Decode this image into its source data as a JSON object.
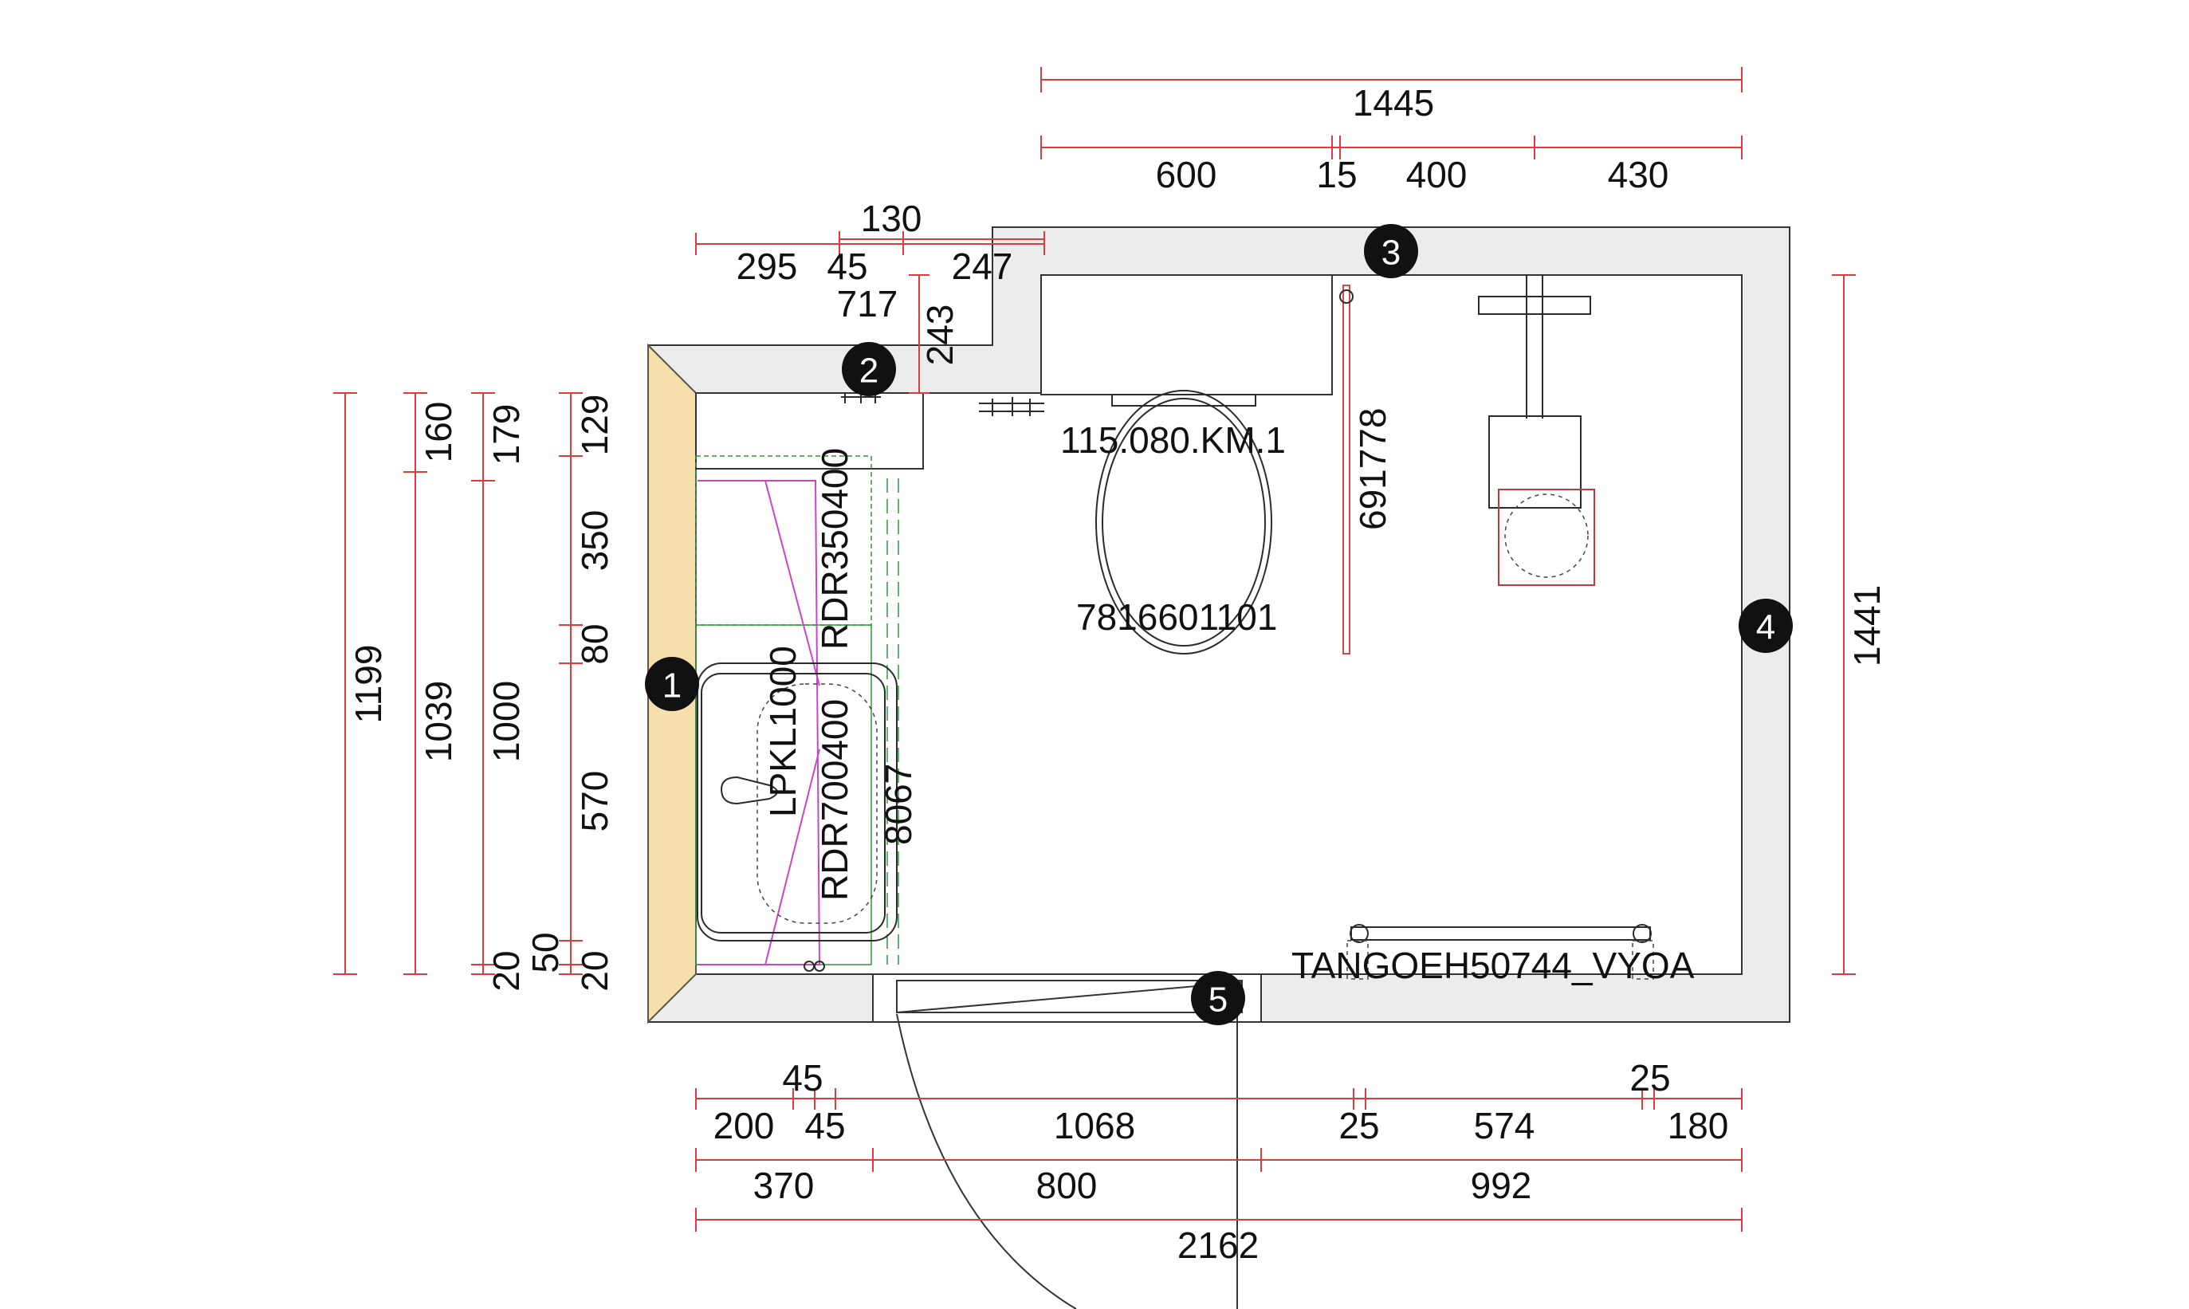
{
  "colors": {
    "wall_fill": "#ececec",
    "dimension_line": "#e03a3a",
    "highlighted_wall": "#f6dfaa",
    "shower_outline": "#cc44cc",
    "cabinet_outline": "#2e9a2e"
  },
  "dimensions": {
    "top": {
      "total": "1445",
      "seg_600": "600",
      "seg_15": "15",
      "seg_400": "400",
      "seg_430": "430"
    },
    "top_left": {
      "d130": "130",
      "d295": "295",
      "d45": "45",
      "d247": "247",
      "d717": "717",
      "d243": "243"
    },
    "left": {
      "d1199": "1199",
      "d1039": "1039",
      "d1000": "1000",
      "d160": "160",
      "d179": "179",
      "d129": "129",
      "d350": "350",
      "d80": "80",
      "d570": "570",
      "d50": "50",
      "d20a": "20",
      "d20b": "20"
    },
    "right": {
      "d1441": "1441"
    },
    "bottom": {
      "d45_upper": "45",
      "d25_upper": "25",
      "d200": "200",
      "d45": "45",
      "d1068": "1068",
      "d25": "25",
      "d574": "574",
      "d180": "180",
      "d370": "370",
      "d800": "800",
      "d992": "992",
      "total": "2162"
    }
  },
  "fixture_labels": {
    "toilet_top": "115.080.KM.1",
    "toilet_bottom": "7816601101",
    "shower_rail": "691778",
    "cabinet_upper": "RDR350400",
    "basin": "LPKL1000",
    "cabinet_lower": "RDR700400",
    "basin_depth": "8067",
    "radiator": "TANGOEH50744_VYOA"
  },
  "wall_markers": [
    "1",
    "2",
    "3",
    "4",
    "5"
  ]
}
